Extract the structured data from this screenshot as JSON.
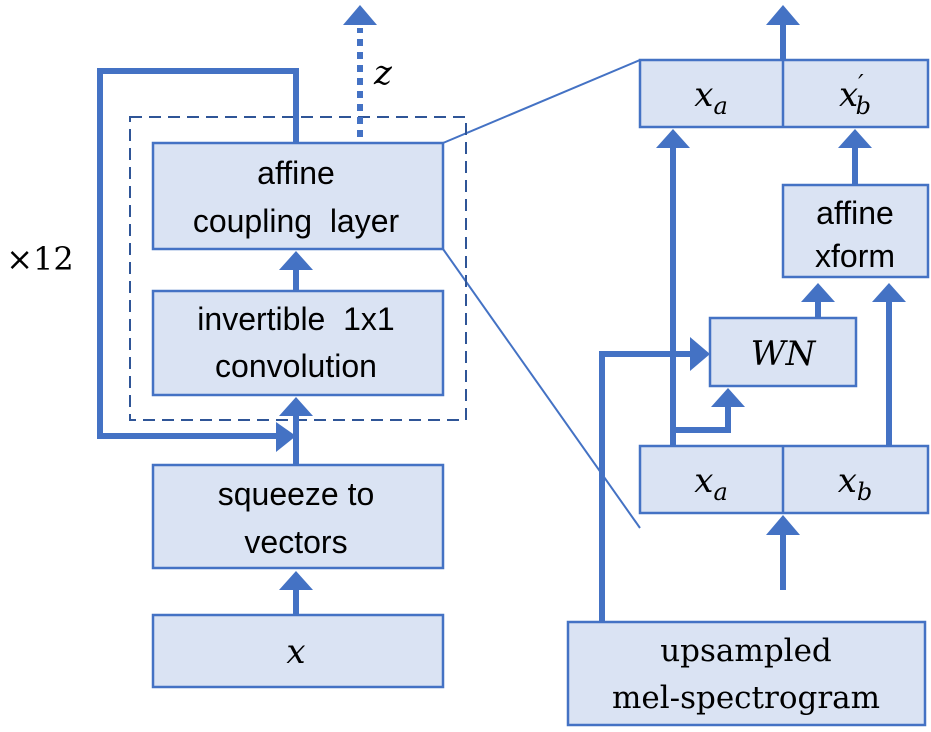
{
  "left": {
    "repeat_label": "×12",
    "output_label": "z",
    "boxes": {
      "affine_coupling": [
        "affine",
        "coupling  layer"
      ],
      "invertible_conv": [
        "invertible  1x1",
        "convolution"
      ],
      "squeeze": [
        "squeeze to",
        "vectors"
      ],
      "input": "x"
    }
  },
  "right": {
    "top_left": {
      "base": "x",
      "sub": "a"
    },
    "top_right": {
      "base": "x",
      "prime": "′",
      "sub": "b"
    },
    "affine_xform": [
      "affine",
      "xform"
    ],
    "wn": "WN",
    "bottom_left": {
      "base": "x",
      "sub": "a"
    },
    "bottom_right": {
      "base": "x",
      "sub": "b"
    },
    "mel": [
      "upsampled",
      "mel-spectrogram"
    ]
  },
  "colors": {
    "stroke": "#4472c4",
    "fill": "#dae3f3"
  }
}
